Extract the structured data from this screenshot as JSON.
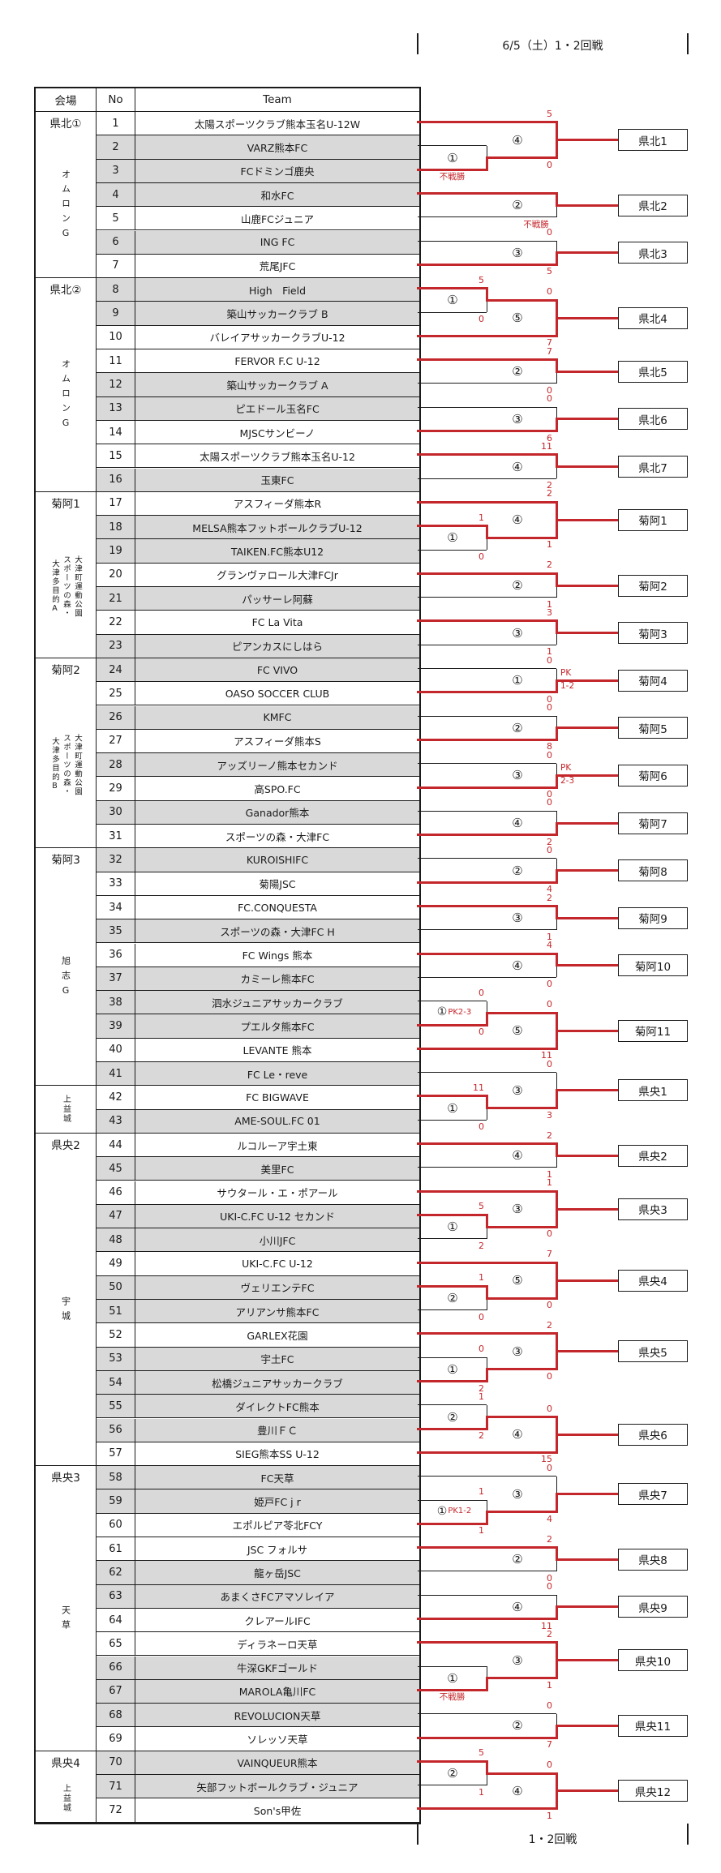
{
  "header": {
    "title": "6/5（土）1・2回戦"
  },
  "footer": {
    "label": "1・2回戦"
  },
  "colors": {
    "red": "#c4272b",
    "gray": "#d9d9d9",
    "line": "#1a1a1a"
  },
  "table": {
    "headers": {
      "venue": "会場",
      "no": "No",
      "team": "Team"
    },
    "venues": [
      {
        "label": "県北①",
        "venue": "オムロンG",
        "rows": [
          1,
          7
        ]
      },
      {
        "label": "県北②",
        "venue": "オムロンG",
        "rows": [
          8,
          16
        ]
      },
      {
        "label": "菊阿1",
        "venue": "大津町運動公園\nスポーツの森・\n大津多目的A",
        "rows": [
          17,
          23
        ]
      },
      {
        "label": "菊阿2",
        "venue": "大津町運動公園\nスポーツの森・\n大津多目的B",
        "rows": [
          24,
          31
        ]
      },
      {
        "label": "菊阿3",
        "venue": "旭志G",
        "rows": [
          32,
          41
        ]
      },
      {
        "label": "",
        "venue": "上益城",
        "rows": [
          42,
          43
        ],
        "small": true
      },
      {
        "label": "県央2",
        "venue": "宇城",
        "rows": [
          44,
          57
        ]
      },
      {
        "label": "県央3",
        "venue": "天草",
        "rows": [
          58,
          69
        ]
      },
      {
        "label": "県央4",
        "venue": "上益城",
        "rows": [
          70,
          72
        ],
        "small": true
      }
    ],
    "teams": [
      {
        "no": 1,
        "name": "太陽スポーツクラブ熊本玉名U-12W",
        "shaded": false
      },
      {
        "no": 2,
        "name": "VARZ熊本FC",
        "shaded": true
      },
      {
        "no": 3,
        "name": "FCドミンゴ鹿央",
        "shaded": true
      },
      {
        "no": 4,
        "name": "和水FC",
        "shaded": true
      },
      {
        "no": 5,
        "name": "山鹿FCジュニア",
        "shaded": false
      },
      {
        "no": 6,
        "name": "ING FC",
        "shaded": true
      },
      {
        "no": 7,
        "name": "荒尾JFC",
        "shaded": false
      },
      {
        "no": 8,
        "name": "High　Field",
        "shaded": true
      },
      {
        "no": 9,
        "name": "築山サッカークラブ B",
        "shaded": true
      },
      {
        "no": 10,
        "name": "バレイアサッカークラブU-12",
        "shaded": false
      },
      {
        "no": 11,
        "name": "FERVOR F.C U-12",
        "shaded": false
      },
      {
        "no": 12,
        "name": "築山サッカークラブ A",
        "shaded": true
      },
      {
        "no": 13,
        "name": "ピエドール玉名FC",
        "shaded": true
      },
      {
        "no": 14,
        "name": "MJSCサンビーノ",
        "shaded": false
      },
      {
        "no": 15,
        "name": "太陽スポーツクラブ熊本玉名U-12",
        "shaded": false
      },
      {
        "no": 16,
        "name": "玉東FC",
        "shaded": true
      },
      {
        "no": 17,
        "name": "アスフィーダ熊本R",
        "shaded": false
      },
      {
        "no": 18,
        "name": "MELSA熊本フットボールクラブU-12",
        "shaded": true
      },
      {
        "no": 19,
        "name": "TAIKEN.FC熊本U12",
        "shaded": true
      },
      {
        "no": 20,
        "name": "グランヴァロール大津FCJr",
        "shaded": false
      },
      {
        "no": 21,
        "name": "パッサーレ阿蘇",
        "shaded": true
      },
      {
        "no": 22,
        "name": "FC La Vita",
        "shaded": false
      },
      {
        "no": 23,
        "name": "ピアンカスにしはら",
        "shaded": true
      },
      {
        "no": 24,
        "name": "FC VIVO",
        "shaded": true
      },
      {
        "no": 25,
        "name": "OASO SOCCER CLUB",
        "shaded": false
      },
      {
        "no": 26,
        "name": "KMFC",
        "shaded": true
      },
      {
        "no": 27,
        "name": "アスフィーダ熊本S",
        "shaded": false
      },
      {
        "no": 28,
        "name": "アッズリーノ熊本セカンド",
        "shaded": true
      },
      {
        "no": 29,
        "name": "高SPO.FC",
        "shaded": false
      },
      {
        "no": 30,
        "name": "Ganador熊本",
        "shaded": true
      },
      {
        "no": 31,
        "name": "スポーツの森・大津FC",
        "shaded": false
      },
      {
        "no": 32,
        "name": "KUROISHIFC",
        "shaded": true
      },
      {
        "no": 33,
        "name": "菊陽JSC",
        "shaded": false
      },
      {
        "no": 34,
        "name": "FC.CONQUESTA",
        "shaded": false
      },
      {
        "no": 35,
        "name": "スポーツの森・大津FC H",
        "shaded": true
      },
      {
        "no": 36,
        "name": "FC Wings 熊本",
        "shaded": false
      },
      {
        "no": 37,
        "name": "カミーレ熊本FC",
        "shaded": true
      },
      {
        "no": 38,
        "name": "泗水ジュニアサッカークラブ",
        "shaded": true
      },
      {
        "no": 39,
        "name": "プエルタ熊本FC",
        "shaded": true
      },
      {
        "no": 40,
        "name": "LEVANTE 熊本",
        "shaded": false
      },
      {
        "no": 41,
        "name": "FC Le・reve",
        "shaded": true
      },
      {
        "no": 42,
        "name": "FC BIGWAVE",
        "shaded": false
      },
      {
        "no": 43,
        "name": "AME-SOUL.FC 01",
        "shaded": true
      },
      {
        "no": 44,
        "name": "ルコルーア宇土東",
        "shaded": false
      },
      {
        "no": 45,
        "name": "美里FC",
        "shaded": true
      },
      {
        "no": 46,
        "name": "サウタール・エ・ポアール",
        "shaded": false
      },
      {
        "no": 47,
        "name": "UKI-C.FC U-12 セカンド",
        "shaded": true
      },
      {
        "no": 48,
        "name": "小川JFC",
        "shaded": true
      },
      {
        "no": 49,
        "name": "UKI-C.FC U-12",
        "shaded": false
      },
      {
        "no": 50,
        "name": "ヴェリエンテFC",
        "shaded": true
      },
      {
        "no": 51,
        "name": "アリアンサ熊本FC",
        "shaded": true
      },
      {
        "no": 52,
        "name": "GARLEX花園",
        "shaded": false
      },
      {
        "no": 53,
        "name": "宇土FC",
        "shaded": true
      },
      {
        "no": 54,
        "name": "松橋ジュニアサッカークラブ",
        "shaded": true
      },
      {
        "no": 55,
        "name": "ダイレクトFC熊本",
        "shaded": true
      },
      {
        "no": 56,
        "name": "豊川ＦＣ",
        "shaded": true
      },
      {
        "no": 57,
        "name": "SIEG熊本SS U-12",
        "shaded": false
      },
      {
        "no": 58,
        "name": "FC天草",
        "shaded": true
      },
      {
        "no": 59,
        "name": "姫戸FC j r",
        "shaded": true
      },
      {
        "no": 60,
        "name": "エポルピア苓北FCY",
        "shaded": false
      },
      {
        "no": 61,
        "name": "JSC フォルサ",
        "shaded": false
      },
      {
        "no": 62,
        "name": "龍ヶ岳JSC",
        "shaded": true
      },
      {
        "no": 63,
        "name": "あまくさFCアマソレイア",
        "shaded": true
      },
      {
        "no": 64,
        "name": "クレアールIFC",
        "shaded": false
      },
      {
        "no": 65,
        "name": "ディラネーロ天草",
        "shaded": false
      },
      {
        "no": 66,
        "name": "牛深GKFゴールド",
        "shaded": true
      },
      {
        "no": 67,
        "name": "MAROLA亀川FC",
        "shaded": true
      },
      {
        "no": 68,
        "name": "REVOLUCION天草",
        "shaded": true
      },
      {
        "no": 69,
        "name": "ソレッソ天草",
        "shaded": false
      },
      {
        "no": 70,
        "name": "VAINQUEUR熊本",
        "shaded": true
      },
      {
        "no": 71,
        "name": "矢部フットボールクラブ・ジュニア",
        "shaded": true
      },
      {
        "no": 72,
        "name": "Son's甲佐",
        "shaded": false
      }
    ]
  },
  "bracket": {
    "blocks": [
      {
        "qualifier": "県北1",
        "type": "nested_bottom",
        "bye_row": 1,
        "r1": {
          "num": "①",
          "rows": [
            2,
            3
          ],
          "scores": [
            "",
            ""
          ],
          "winner": "bottom",
          "note": "不戦勝",
          "note_pos": "r1"
        },
        "r2": {
          "num": "④",
          "scores": [
            "5",
            "0"
          ],
          "winner": "top"
        }
      },
      {
        "qualifier": "県北2",
        "type": "simple",
        "match": {
          "num": "②",
          "rows": [
            4,
            5
          ],
          "scores": [
            "",
            ""
          ],
          "winner": "top",
          "note": "不戦勝",
          "note_pos": "right"
        }
      },
      {
        "qualifier": "県北3",
        "type": "simple",
        "match": {
          "num": "③",
          "rows": [
            6,
            7
          ],
          "scores": [
            "0",
            "5"
          ],
          "winner": "bottom"
        }
      },
      {
        "qualifier": "県北4",
        "type": "nested_top",
        "bye_row": 10,
        "r1": {
          "num": "①",
          "rows": [
            8,
            9
          ],
          "scores": [
            "5",
            "0"
          ],
          "winner": "top"
        },
        "r2": {
          "num": "⑤",
          "scores": [
            "0",
            "7"
          ],
          "winner": "bottom"
        }
      },
      {
        "qualifier": "県北5",
        "type": "simple",
        "match": {
          "num": "②",
          "rows": [
            11,
            12
          ],
          "scores": [
            "7",
            "0"
          ],
          "winner": "top"
        }
      },
      {
        "qualifier": "県北6",
        "type": "simple",
        "match": {
          "num": "③",
          "rows": [
            13,
            14
          ],
          "scores": [
            "0",
            "6"
          ],
          "winner": "bottom"
        }
      },
      {
        "qualifier": "県北7",
        "type": "simple",
        "match": {
          "num": "④",
          "rows": [
            15,
            16
          ],
          "scores": [
            "11",
            "2"
          ],
          "winner": "top"
        }
      },
      {
        "qualifier": "菊阿1",
        "type": "nested_bottom",
        "bye_row": 17,
        "r1": {
          "num": "①",
          "rows": [
            18,
            19
          ],
          "scores": [
            "1",
            "0"
          ],
          "winner": "top"
        },
        "r2": {
          "num": "④",
          "scores": [
            "2",
            "1"
          ],
          "winner": "top"
        }
      },
      {
        "qualifier": "菊阿2",
        "type": "simple",
        "match": {
          "num": "②",
          "rows": [
            20,
            21
          ],
          "scores": [
            "2",
            "1"
          ],
          "winner": "top"
        }
      },
      {
        "qualifier": "菊阿3",
        "type": "simple",
        "match": {
          "num": "③",
          "rows": [
            22,
            23
          ],
          "scores": [
            "3",
            "1"
          ],
          "winner": "top"
        }
      },
      {
        "qualifier": "菊阿4",
        "type": "simple",
        "match": {
          "num": "①",
          "rows": [
            24,
            25
          ],
          "scores": [
            "0",
            "0"
          ],
          "winner": "bottom",
          "pk": [
            "PK",
            "1-2"
          ]
        }
      },
      {
        "qualifier": "菊阿5",
        "type": "simple",
        "match": {
          "num": "②",
          "rows": [
            26,
            27
          ],
          "scores": [
            "0",
            "8"
          ],
          "winner": "bottom"
        }
      },
      {
        "qualifier": "菊阿6",
        "type": "simple",
        "match": {
          "num": "③",
          "rows": [
            28,
            29
          ],
          "scores": [
            "0",
            "0"
          ],
          "winner": "bottom",
          "pk": [
            "PK",
            "2-3"
          ]
        }
      },
      {
        "qualifier": "菊阿7",
        "type": "simple",
        "match": {
          "num": "④",
          "rows": [
            30,
            31
          ],
          "scores": [
            "0",
            "2"
          ],
          "winner": "bottom"
        }
      },
      {
        "qualifier": "菊阿8",
        "type": "simple",
        "match": {
          "num": "②",
          "rows": [
            32,
            33
          ],
          "scores": [
            "0",
            "4"
          ],
          "winner": "bottom"
        }
      },
      {
        "qualifier": "菊阿9",
        "type": "simple",
        "match": {
          "num": "③",
          "rows": [
            34,
            35
          ],
          "scores": [
            "2",
            "1"
          ],
          "winner": "top"
        }
      },
      {
        "qualifier": "菊阿10",
        "type": "simple",
        "match": {
          "num": "④",
          "rows": [
            36,
            37
          ],
          "scores": [
            "4",
            "0"
          ],
          "winner": "top"
        }
      },
      {
        "qualifier": "菊阿11",
        "type": "nested_top",
        "bye_row": 40,
        "r1": {
          "num": "①",
          "rows": [
            38,
            39
          ],
          "scores": [
            "0",
            "0"
          ],
          "winner": "bottom",
          "pk_inline": "PK2-3"
        },
        "r2": {
          "num": "⑤",
          "scores": [
            "0",
            "11"
          ],
          "winner": "bottom"
        }
      },
      {
        "qualifier": "県央1",
        "type": "nested_bottom",
        "bye_row": 41,
        "r1": {
          "num": "①",
          "rows": [
            42,
            43
          ],
          "scores": [
            "11",
            "0"
          ],
          "winner": "top"
        },
        "r2": {
          "num": "③",
          "scores": [
            "0",
            "3"
          ],
          "winner": "bottom"
        }
      },
      {
        "qualifier": "県央2",
        "type": "simple",
        "match": {
          "num": "④",
          "rows": [
            44,
            45
          ],
          "scores": [
            "2",
            "1"
          ],
          "winner": "top"
        }
      },
      {
        "qualifier": "県央3",
        "type": "nested_bottom",
        "bye_row": 46,
        "r1": {
          "num": "①",
          "rows": [
            47,
            48
          ],
          "scores": [
            "5",
            "2"
          ],
          "winner": "top"
        },
        "r2": {
          "num": "③",
          "scores": [
            "1",
            "0"
          ],
          "winner": "top"
        }
      },
      {
        "qualifier": "県央4",
        "type": "nested_bottom",
        "bye_row": 49,
        "r1": {
          "num": "②",
          "rows": [
            50,
            51
          ],
          "scores": [
            "1",
            "0"
          ],
          "winner": "top"
        },
        "r2": {
          "num": "⑤",
          "scores": [
            "7",
            "0"
          ],
          "winner": "top"
        }
      },
      {
        "qualifier": "県央5",
        "type": "nested_bottom",
        "bye_row": 52,
        "r1": {
          "num": "①",
          "rows": [
            53,
            54
          ],
          "scores": [
            "0",
            "2"
          ],
          "winner": "bottom"
        },
        "r2": {
          "num": "③",
          "scores": [
            "2",
            "0"
          ],
          "winner": "top"
        }
      },
      {
        "qualifier": "県央6",
        "type": "nested_top",
        "bye_row": 57,
        "r1": {
          "num": "②",
          "rows": [
            55,
            56
          ],
          "scores": [
            "1",
            "2"
          ],
          "winner": "bottom"
        },
        "r2": {
          "num": "④",
          "scores": [
            "0",
            "15"
          ],
          "winner": "bottom"
        }
      },
      {
        "qualifier": "県央7",
        "type": "nested_bottom",
        "bye_row": 58,
        "r1": {
          "num": "①",
          "rows": [
            59,
            60
          ],
          "scores": [
            "1",
            "1"
          ],
          "winner": "bottom",
          "pk_inline": "PK1-2"
        },
        "r2": {
          "num": "③",
          "scores": [
            "0",
            "4"
          ],
          "winner": "bottom"
        }
      },
      {
        "qualifier": "県央8",
        "type": "simple",
        "match": {
          "num": "②",
          "rows": [
            61,
            62
          ],
          "scores": [
            "2",
            "0"
          ],
          "winner": "top"
        }
      },
      {
        "qualifier": "県央9",
        "type": "simple",
        "match": {
          "num": "④",
          "rows": [
            63,
            64
          ],
          "scores": [
            "0",
            "11"
          ],
          "winner": "bottom"
        }
      },
      {
        "qualifier": "県央10",
        "type": "nested_bottom",
        "bye_row": 65,
        "r1": {
          "num": "①",
          "rows": [
            66,
            67
          ],
          "scores": [
            "",
            ""
          ],
          "winner": "bottom",
          "note": "不戦勝",
          "note_pos": "r1"
        },
        "r2": {
          "num": "③",
          "scores": [
            "2",
            "1"
          ],
          "winner": "top"
        }
      },
      {
        "qualifier": "県央11",
        "type": "simple",
        "match": {
          "num": "②",
          "rows": [
            68,
            69
          ],
          "scores": [
            "0",
            "7"
          ],
          "winner": "bottom"
        }
      },
      {
        "qualifier": "県央12",
        "type": "nested_top",
        "bye_row": 72,
        "r1": {
          "num": "②",
          "rows": [
            70,
            71
          ],
          "scores": [
            "5",
            "1"
          ],
          "winner": "top"
        },
        "r2": {
          "num": "④",
          "scores": [
            "0",
            "1"
          ],
          "winner": "bottom"
        }
      }
    ]
  }
}
